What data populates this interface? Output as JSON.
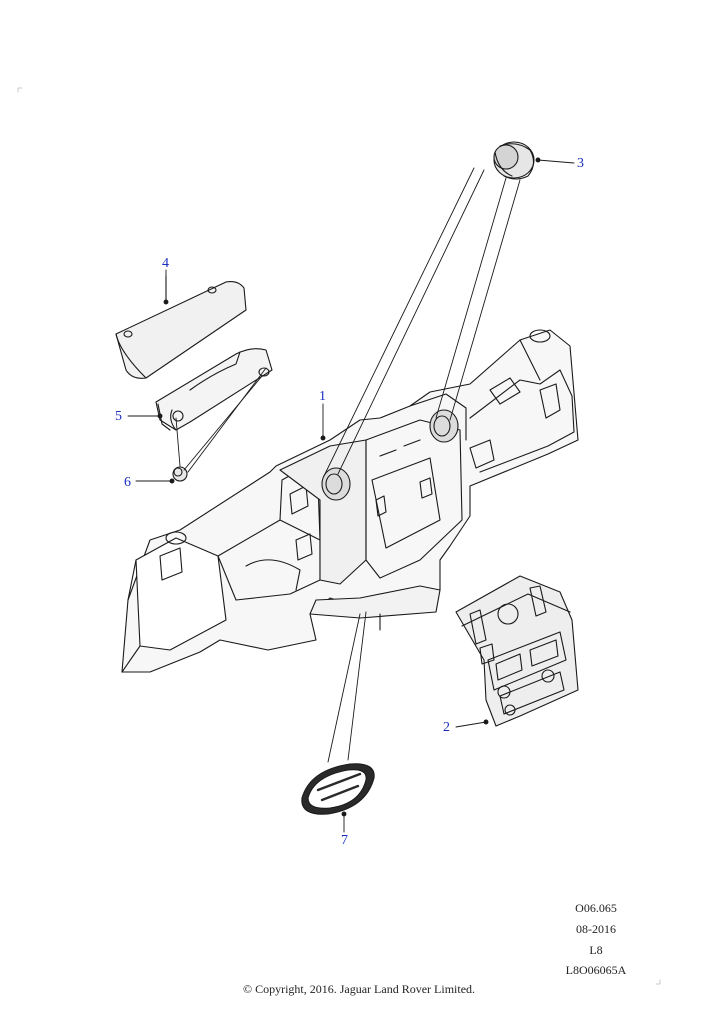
{
  "callouts": [
    {
      "id": "1",
      "label": "1"
    },
    {
      "id": "2",
      "label": "2"
    },
    {
      "id": "3",
      "label": "3"
    },
    {
      "id": "4",
      "label": "4"
    },
    {
      "id": "5",
      "label": "5"
    },
    {
      "id": "6",
      "label": "6"
    },
    {
      "id": "7",
      "label": "7"
    }
  ],
  "meta": {
    "line1": "O06.065",
    "line2": "08-2016",
    "line3": "L8",
    "line4": "L8O06065A"
  },
  "copyright": "© Copyright, 2016. Jaguar Land Rover Limited.",
  "colors": {
    "callout": "#1a2fbf",
    "linework": "#1a1a1a"
  }
}
